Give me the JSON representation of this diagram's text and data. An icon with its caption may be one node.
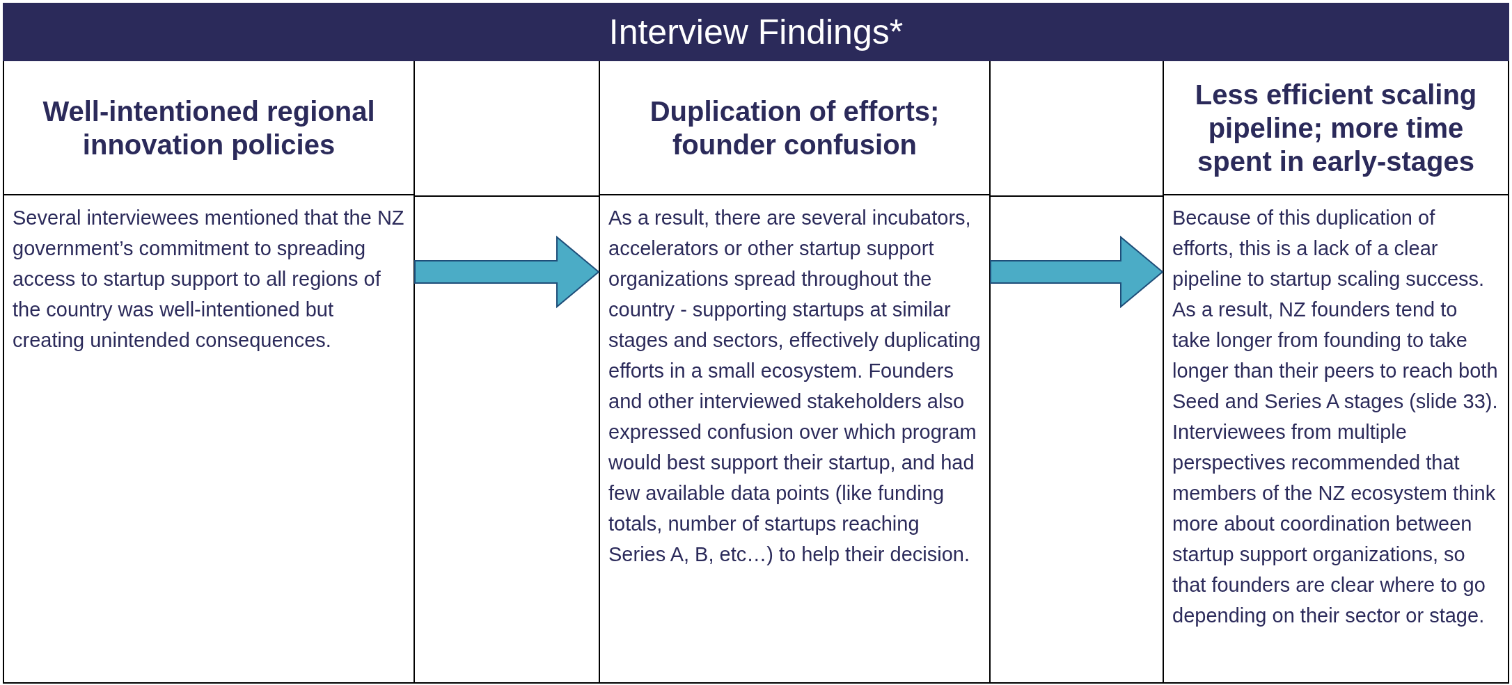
{
  "diagram": {
    "title": "Interview Findings*",
    "nodes": [
      {
        "text": [
          "Well-intentioned regional innovation policies",
          "Several interviewees mentioned that the NZ government’s commitment to spreading access to startup support to all regions of the country was well-intentioned but creating unintended consequences."
        ]
      },
      {
        "text": [
          "Duplication of efforts; founder confusion",
          "As a result, there are several incubators, accelerators or other startup support organizations spread throughout the country - supporting startups at similar stages and sectors, effectively duplicating efforts in a small ecosystem. Founders and other interviewed stakeholders also expressed confusion over which program would best support their startup, and had few available data points (like funding totals, number of startups reaching Series A, B, etc…) to help their decision."
        ]
      },
      {
        "text": [
          "Less efficient scaling pipeline; more time spent in early-stages",
          "Because of this duplication of efforts, this is a lack of a clear pipeline to startup scaling success. As a result, NZ founders tend to take longer from founding to take longer than their peers to reach both Seed and Series A stages (slide 33). Interviewees from multiple perspectives recommended that members of the NZ ecosystem think more about coordination between startup support organizations, so that founders are clear where to go depending on their sector or stage."
        ]
      }
    ],
    "edges": [
      {
        "from": 0,
        "to": 1,
        "arrow": "to"
      },
      {
        "from": 1,
        "to": 2,
        "arrow": "to"
      }
    ]
  }
}
